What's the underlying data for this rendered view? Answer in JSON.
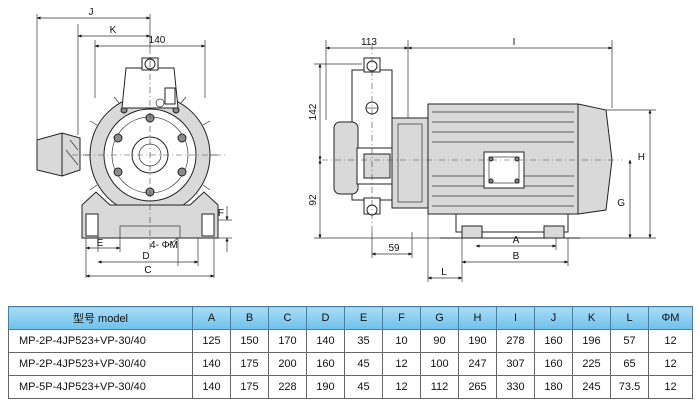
{
  "dimension_labels": {
    "J": "J",
    "K": "K",
    "d140": "140",
    "d113": "113",
    "I": "I",
    "d142": "142",
    "d92": "92",
    "H": "H",
    "G": "G",
    "F": "F",
    "E": "E",
    "phiM": "4- ΦM",
    "D": "D",
    "C": "C",
    "d59": "59",
    "A": "A",
    "B": "B",
    "L": "L"
  },
  "table": {
    "headers": [
      "型号 model",
      "A",
      "B",
      "C",
      "D",
      "E",
      "F",
      "G",
      "H",
      "I",
      "J",
      "K",
      "L",
      "ΦM"
    ],
    "rows": [
      [
        "MP-2P-4JP523+VP-30/40",
        "125",
        "150",
        "170",
        "140",
        "35",
        "10",
        "90",
        "190",
        "278",
        "160",
        "196",
        "57",
        "12"
      ],
      [
        "MP-2P-4JP523+VP-30/40",
        "140",
        "175",
        "200",
        "160",
        "45",
        "12",
        "100",
        "247",
        "307",
        "160",
        "225",
        "65",
        "12"
      ],
      [
        "MP-5P-4JP523+VP-30/40",
        "140",
        "175",
        "228",
        "190",
        "45",
        "12",
        "112",
        "265",
        "330",
        "180",
        "245",
        "73.5",
        "12"
      ]
    ]
  }
}
